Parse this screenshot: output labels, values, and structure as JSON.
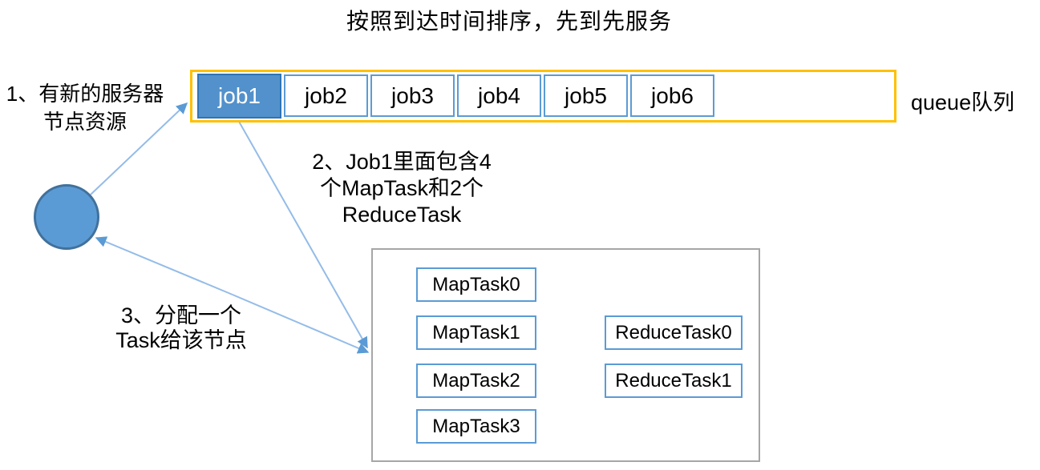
{
  "title": "按照到达时间排序，先到先服务",
  "queue": {
    "jobs": [
      "job1",
      "job2",
      "job3",
      "job4",
      "job5",
      "job6"
    ],
    "active_index": 0,
    "label": "queue队列"
  },
  "annotations": {
    "step1_lines": [
      "1、有新的服务器",
      "节点资源"
    ],
    "step2_lines": [
      "2、Job1里面包含4",
      "个MapTask和2个",
      "ReduceTask"
    ],
    "step3_lines": [
      "3、分配一个",
      "Task给该节点"
    ]
  },
  "task_box": {
    "map_tasks": [
      "MapTask0",
      "MapTask1",
      "MapTask2",
      "MapTask3"
    ],
    "reduce_tasks": [
      "ReduceTask0",
      "ReduceTask1"
    ]
  },
  "colors": {
    "accent_blue": "#5B9BD5",
    "job_active_fill": "#5291CB",
    "job_active_border": "#2E75B6",
    "circle_fill": "#5B9BD5",
    "circle_border": "#41719C",
    "queue_border_orange": "#FFC000",
    "task_container_border": "#A6A6A6",
    "arrow_line": "#94BCE8",
    "arrow_head": "#5B9BD5",
    "text_color": "#000000"
  }
}
